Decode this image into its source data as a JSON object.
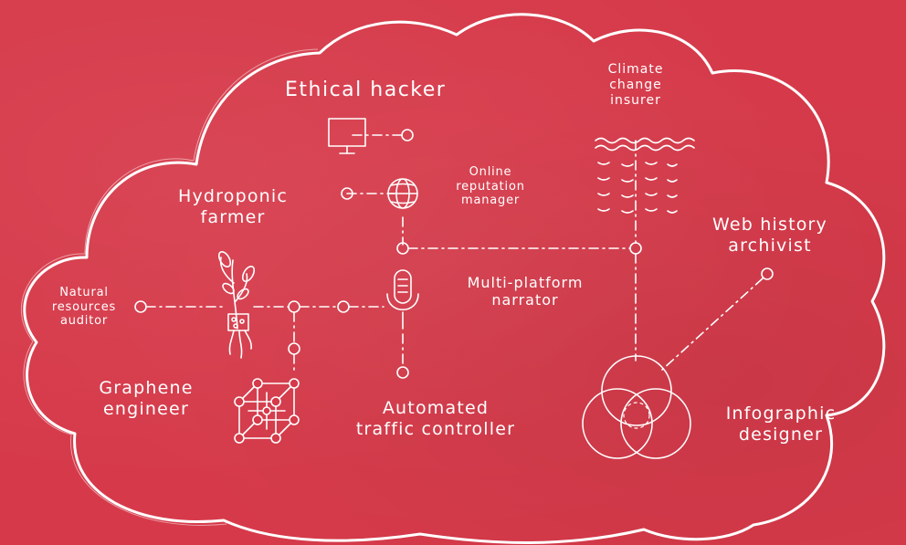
{
  "colors": {
    "background": "#d63a4a",
    "chalk": "#ffffff"
  },
  "labels": {
    "ethical_hacker": [
      "Ethical hacker"
    ],
    "climate_change_insurer": [
      "Climate",
      "change",
      "insurer"
    ],
    "hydroponic_farmer": [
      "Hydroponic",
      "farmer"
    ],
    "online_reputation_manager": [
      "Online",
      "reputation",
      "manager"
    ],
    "web_history_archivist": [
      "Web history",
      "archivist"
    ],
    "natural_resources_auditor": [
      "Natural",
      "resources",
      "auditor"
    ],
    "multi_platform_narrator": [
      "Multi-platform",
      "narrator"
    ],
    "graphene_engineer": [
      "Graphene",
      "engineer"
    ],
    "automated_traffic_controller": [
      "Automated",
      "traffic controller"
    ],
    "infographic_designer": [
      "Infographic",
      "designer"
    ]
  },
  "icons": [
    "monitor-icon",
    "globe-icon",
    "waves-icon",
    "plant-icon",
    "microphone-icon",
    "cube-icon",
    "venn-icon"
  ]
}
